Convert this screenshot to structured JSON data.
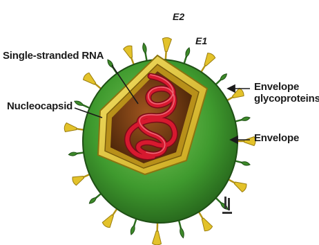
{
  "labels": {
    "single_stranded_rna": "Single-stranded RNA",
    "nucleocapsid": "Nucleocapsid",
    "envelope_glycoproteins_line1": "Envelope",
    "envelope_glycoproteins_line2": "glycoproteins",
    "envelope": "Envelope",
    "e2": "E2",
    "e1": "E1"
  },
  "colors": {
    "envelope_green": "#3f9a2e",
    "envelope_dark": "#2b6e1e",
    "capsid_yellow": "#e8d43a",
    "interior_brown": "#6b3a12",
    "rna_red": "#c8162a",
    "spike_yellow": "#e3c22a",
    "spike_green": "#3d8a2a",
    "text": "#1a1a1a"
  },
  "icons": [
    "virus-envelope",
    "glycoprotein-spike",
    "rna-strand",
    "arrow"
  ]
}
